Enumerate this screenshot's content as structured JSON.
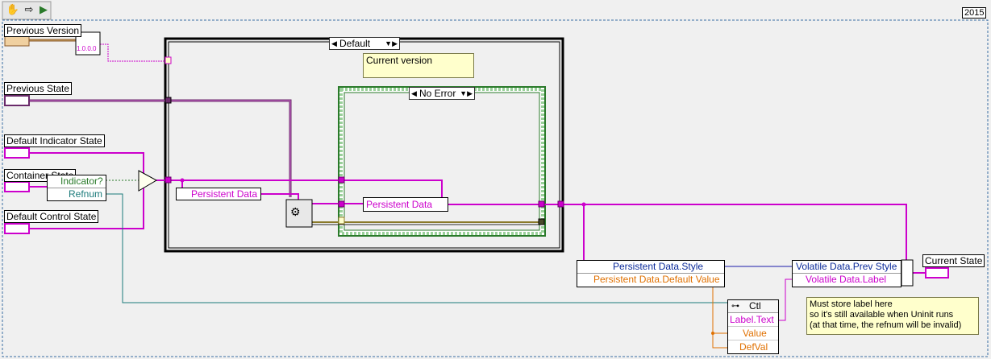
{
  "header": {
    "version": "2015",
    "tools": {
      "hand": "hand-icon",
      "arrow": "arrow-right-icon",
      "lv": "labview-run-icon"
    }
  },
  "terminals": {
    "previous_version": "Previous Version",
    "previous_state": "Previous State",
    "default_indicator_state": "Default Indicator State",
    "container_state": "Container State",
    "default_control_state": "Default Control State",
    "current_state": "Current State"
  },
  "version_constant": "1.0.0.0",
  "container_unbundle": {
    "row1": "Indicator?",
    "row2": "Refnum"
  },
  "outer_case": {
    "selector": "Default",
    "comment": "Current version"
  },
  "inner_case": {
    "selector": "No Error"
  },
  "bundle_persistent_left": "Persistent Data",
  "bundle_persistent_inner": "Persistent Data",
  "unbundle_style": {
    "row1": "Persistent Data.Style",
    "row2": "Persistent Data.Default Value"
  },
  "property_node": {
    "header": "Ctl",
    "row1": "Label.Text",
    "row2": "Value",
    "row3": "DefVal"
  },
  "bundle_volatile": {
    "row1": "Volatile Data.Prev Style",
    "row2": "Volatile Data.Label"
  },
  "note_text": "Must store label here\nso it's still available when Uninit runs\n(at that time, the refnum will be invalid)",
  "colors": {
    "wire_pink": "#cc00cc",
    "wire_orange": "#e07000",
    "wire_blue": "#1a1aaa",
    "wire_teal": "#1a7a7a",
    "wire_green": "#2a7a2a",
    "wire_brown": "#8a5a2a"
  }
}
